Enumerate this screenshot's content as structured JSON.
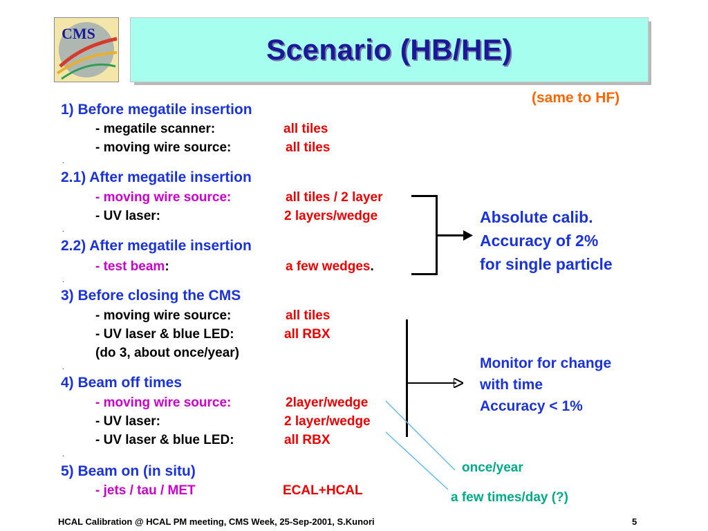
{
  "title": "Scenario (HB/HE)",
  "logo_text": "CMS",
  "note": "(same to HF)",
  "sections": {
    "s1": {
      "heading": "1) Before megatile insertion",
      "items": [
        {
          "label": "- megatile scanner:",
          "value": "all tiles"
        },
        {
          "label": "- moving wire source:",
          "value": "all tiles"
        }
      ]
    },
    "s21": {
      "heading": "2.1) After megatile insertion",
      "items": [
        {
          "label": "- moving wire source:",
          "value": "all tiles / 2 layer"
        },
        {
          "label": "- UV laser:",
          "value": "2 layers/wedge"
        }
      ]
    },
    "s22": {
      "heading": "2.2) After megatile insertion",
      "items": [
        {
          "label": "- test beam",
          "label_suffix": ":",
          "value": "a few wedges",
          "value_suffix": "."
        }
      ]
    },
    "s3": {
      "heading": "3) Before closing the CMS",
      "items": [
        {
          "label": "- moving wire source:",
          "value": "all tiles"
        },
        {
          "label": "- UV laser & blue LED:",
          "value": "all RBX"
        }
      ],
      "note": "(do 3, about once/year)"
    },
    "s4": {
      "heading": "4) Beam off times",
      "items": [
        {
          "label": "- moving wire source:",
          "value": "2layer/wedge"
        },
        {
          "label": "- UV laser:",
          "value": "2 layer/wedge"
        },
        {
          "label": "- UV laser & blue LED:",
          "value": "all RBX"
        }
      ]
    },
    "s5": {
      "heading": "5) Beam on (in situ)",
      "items": [
        {
          "label": "- jets / tau / MET",
          "value": "ECAL+HCAL"
        }
      ]
    }
  },
  "dot": ".",
  "absolute_box": {
    "line1": "Absolute calib.",
    "line2": "Accuracy of 2%",
    "line3": "for single particle"
  },
  "monitor_box": {
    "line1": "Monitor for change",
    "line2": "with time",
    "line3": "Accuracy < 1%"
  },
  "callouts": {
    "once": "once/year",
    "few": "a few times/day (?)"
  },
  "footer": {
    "text": "HCAL Calibration @ HCAL PM meeting, CMS Week, 25-Sep-2001, S.Kunori",
    "page": "5"
  },
  "colors": {
    "title_bg": "#a6ffee",
    "title_text": "#1a1a99",
    "heading": "#1a33d9",
    "value": "#ee0000",
    "highlight": "#cc00cc",
    "callout": "#00aa88"
  }
}
